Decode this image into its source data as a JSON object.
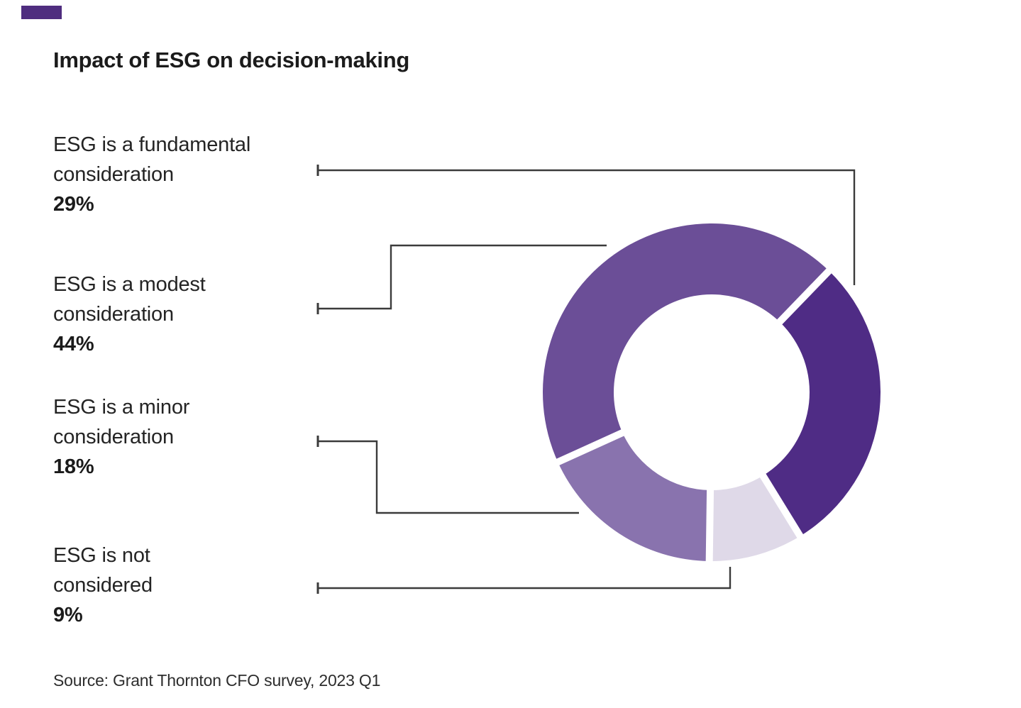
{
  "title": "Impact of ESG on decision-making",
  "source": "Source: Grant Thornton CFO survey, 2023 Q1",
  "accent_color": "#4F2D7F",
  "callout_line_color": "#3B3B3B",
  "labels": [
    {
      "name": "fundamental",
      "line1": "ESG is a fundamental",
      "line2": "consideration",
      "value": "29%"
    },
    {
      "name": "modest",
      "line1": "ESG is a modest",
      "line2": "consideration",
      "value": "44%"
    },
    {
      "name": "minor",
      "line1": "ESG is a minor",
      "line2": "consideration",
      "value": "18%"
    },
    {
      "name": "not-considered",
      "line1": "ESG is not",
      "line2": "considered",
      "value": "9%"
    }
  ],
  "chart_data": {
    "type": "pie",
    "subtype": "donut",
    "title": "Impact of ESG on decision-making",
    "categories": [
      "ESG is a fundamental consideration",
      "ESG is a modest consideration",
      "ESG is a minor consideration",
      "ESG is not considered"
    ],
    "values": [
      29,
      44,
      18,
      9
    ],
    "unit": "%",
    "series_colors": [
      "#4F2C85",
      "#6B4E97",
      "#8973AE",
      "#DFD9E8"
    ],
    "legend_position": "left labels with elbow callout lines",
    "source": "Source: Grant Thornton CFO survey, 2023 Q1",
    "donut": {
      "start_angle_deg": 44,
      "hole_color": "#FFFFFF",
      "separator_color": "#FFFFFF",
      "clockwise_segments": [
        {
          "name": "fundamental",
          "label": "ESG is a fundamental consideration",
          "value": 29,
          "color": "#4F2C85"
        },
        {
          "name": "not-considered",
          "label": "ESG is not considered",
          "value": 9,
          "color": "#DFD9E8"
        },
        {
          "name": "minor",
          "label": "ESG is a minor consideration",
          "value": 18,
          "color": "#8973AE"
        },
        {
          "name": "modest",
          "label": "ESG is a modest consideration",
          "value": 44,
          "color": "#6B4E97"
        }
      ]
    }
  }
}
